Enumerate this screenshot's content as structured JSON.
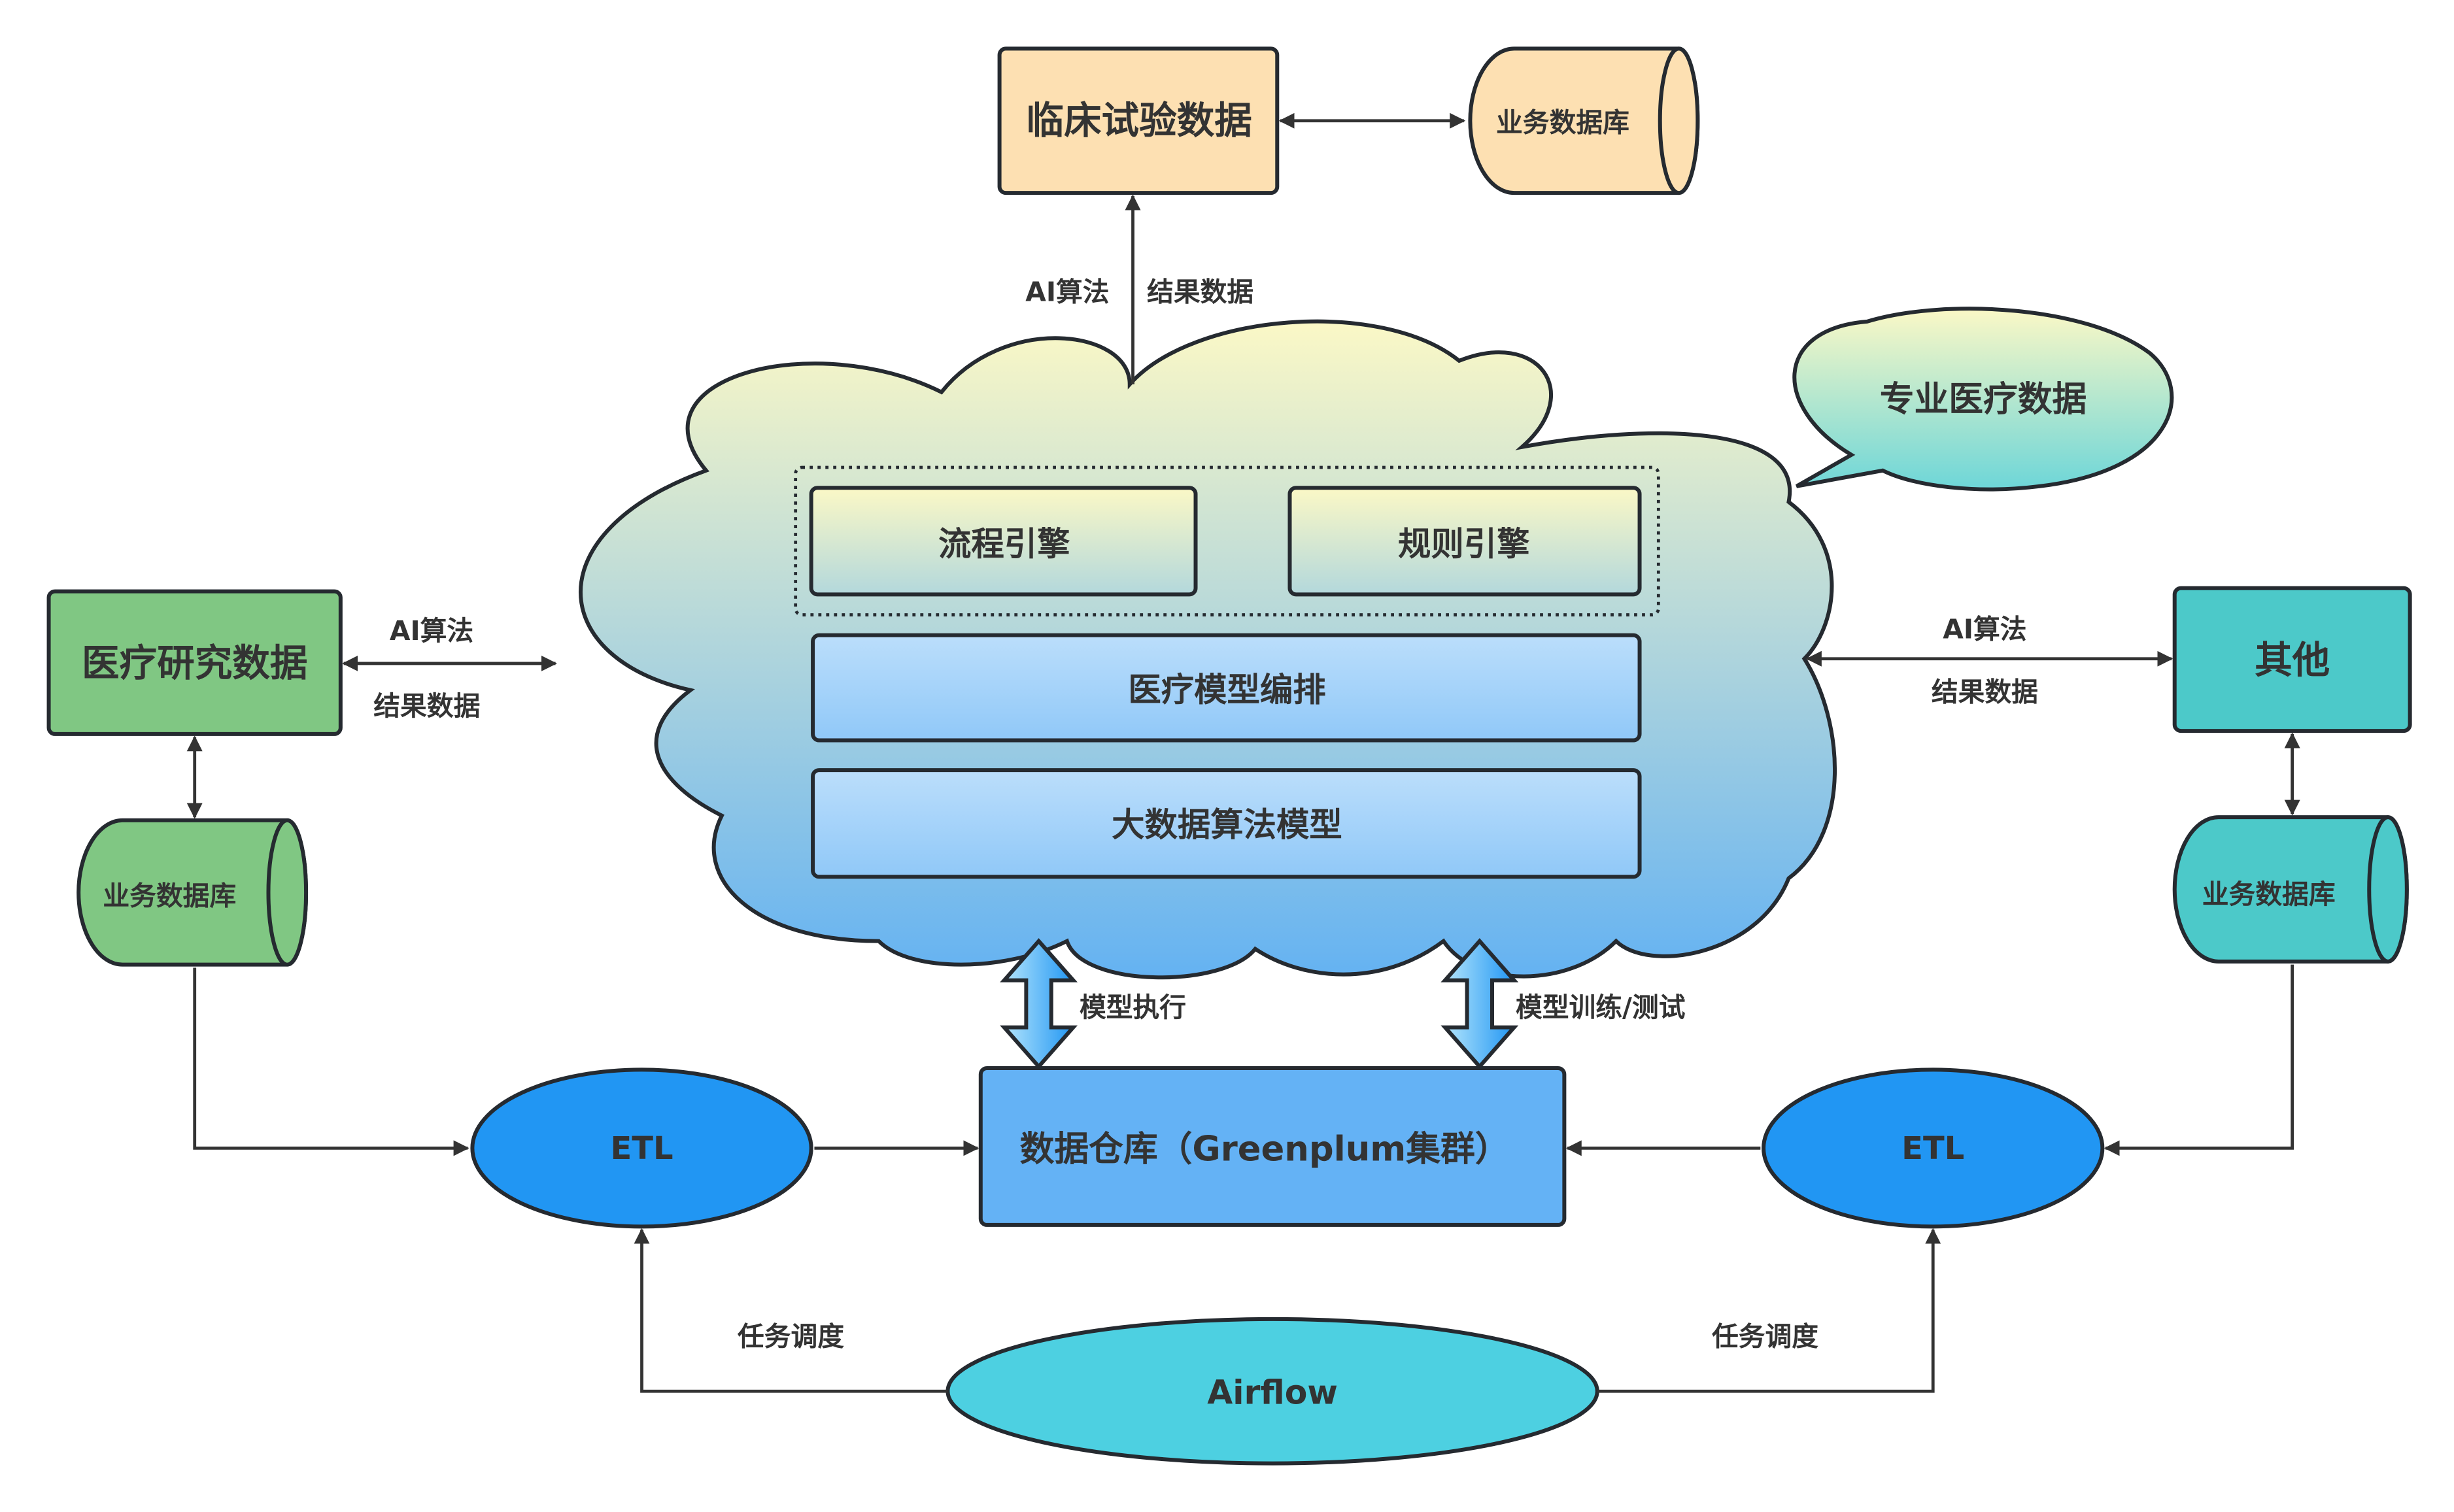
{
  "nodes": {
    "clinical": "临床试验数据",
    "clinical_db": "业务数据库",
    "specialty": "专业医疗数据",
    "flow_engine": "流程引擎",
    "rule_engine": "规则引擎",
    "model_orchestration": "医疗模型编排",
    "bigdata_models": "大数据算法模型",
    "research": "医疗研究数据",
    "research_db": "业务数据库",
    "other": "其他",
    "other_db": "业务数据库",
    "etl_left": "ETL",
    "etl_right": "ETL",
    "warehouse": "数据仓库（Greenplum集群）",
    "airflow": "Airflow"
  },
  "edges": {
    "top_ai": "AI算法",
    "top_result": "结果数据",
    "left_ai": "AI算法",
    "left_result": "结果数据",
    "right_ai": "AI算法",
    "right_result": "结果数据",
    "model_exec": "模型执行",
    "model_train": "模型训练/测试",
    "sched_left": "任务调度",
    "sched_right": "任务调度"
  },
  "colors": {
    "clinical": "#fde0b2",
    "research": "#80c783",
    "other": "#4cc9c9",
    "etl": "#2196f3",
    "warehouse": "#64b2f5",
    "airflow": "#4dd0e1"
  }
}
